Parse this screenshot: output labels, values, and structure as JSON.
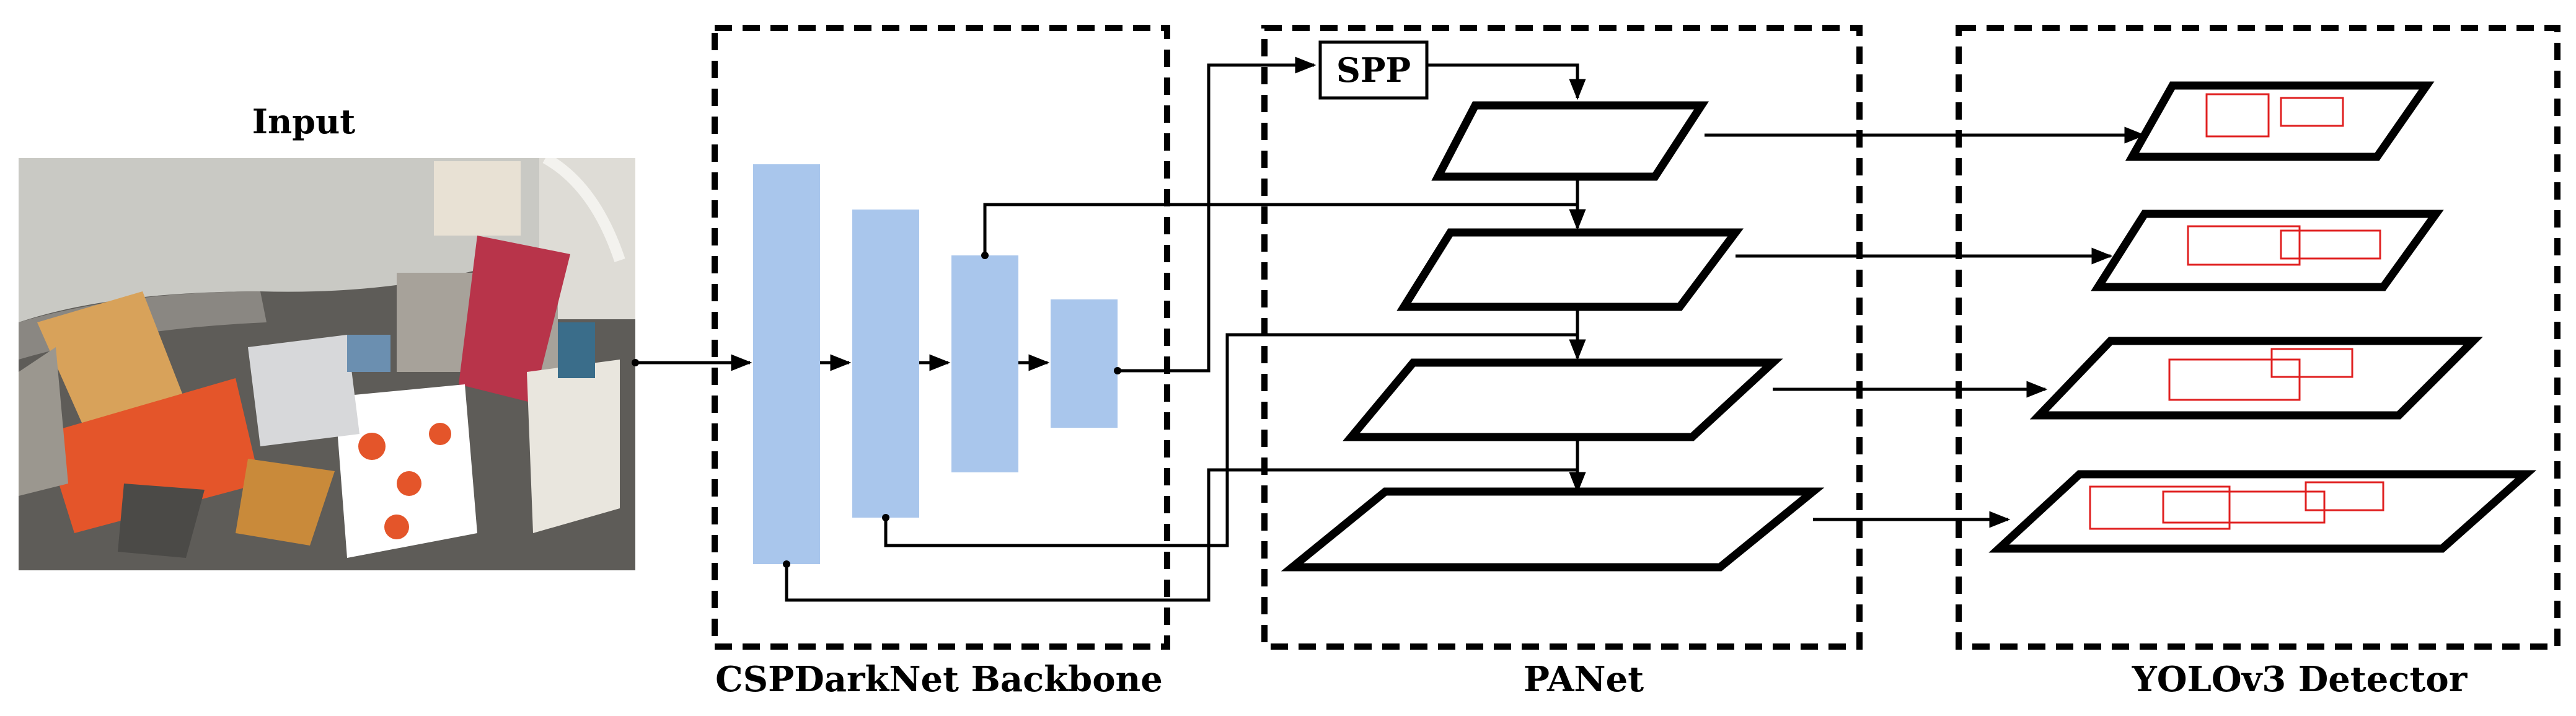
{
  "labels": {
    "input": "Input",
    "backbone": "CSPDarkNet Backbone",
    "neck": "PANet",
    "detector": "YOLOv3 Detector",
    "spp": "SPP"
  },
  "colors": {
    "block_fill": "#a9c6ec",
    "box_outline": "#e02020",
    "stroke": "#000000"
  },
  "input_image": {
    "description_icon": "trash-bin-photo",
    "palette": [
      "#c9c9c4",
      "#7d7a76",
      "#3b3a38",
      "#d8a25a",
      "#e4552a",
      "#b8344a",
      "#ffffff",
      "#3a6d8a",
      "#e8e1d4"
    ]
  }
}
